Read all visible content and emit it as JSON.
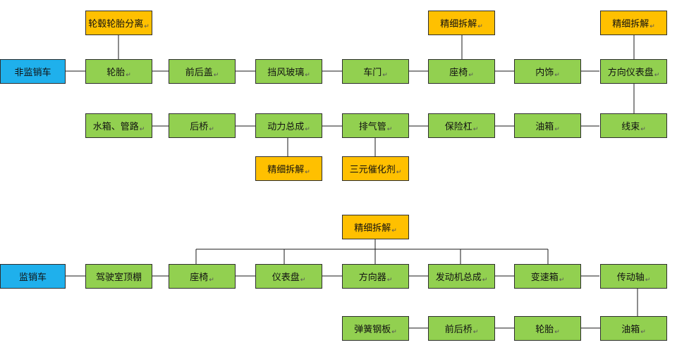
{
  "colors": {
    "process": "#92d050",
    "fine_dismantle": "#ffc000",
    "start": "#1fb0ec",
    "line": "#1a1a1a"
  },
  "top_flow": {
    "start": "非监销车",
    "row1": [
      "轮胎",
      "前后盖",
      "挡风玻璃",
      "车门",
      "座椅",
      "内饰",
      "方向仪表盘"
    ],
    "row2": [
      "水箱、管路",
      "后桥",
      "动力总成",
      "排气管",
      "保险杠",
      "油箱",
      "线束"
    ],
    "notes": {
      "tire_wheel_separation": "轮毂轮胎分离",
      "seat_fine": "精细拆解",
      "dash_fine": "精细拆解",
      "powertrain_fine": "精细拆解",
      "exhaust_catalyst": "三元催化剂"
    }
  },
  "bottom_flow": {
    "start": "监销车",
    "fine_dismantle": "精细拆解",
    "row1": [
      "驾驶室顶棚",
      "座椅",
      "仪表盘",
      "方向器",
      "发动机总成",
      "变速箱",
      "传动轴"
    ],
    "row2": [
      "弹簧钢板",
      "前后桥",
      "轮胎",
      "油箱"
    ]
  },
  "para_mark": "↵"
}
